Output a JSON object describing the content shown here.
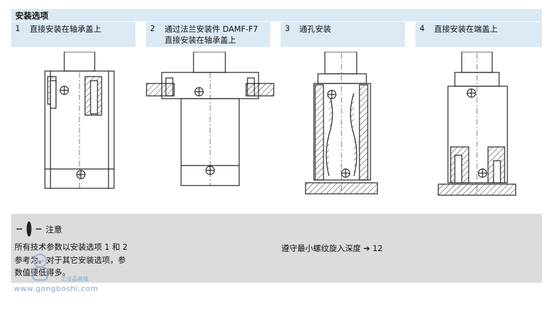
{
  "section_title": "安装选项",
  "options": [
    {
      "num": "1",
      "line1": "直接安装在轴承盖上",
      "line2": ""
    },
    {
      "num": "2",
      "line1": "通过法兰安装件 DAMF-F7",
      "line2": "直接安装在轴承盖上"
    },
    {
      "num": "3",
      "line1": "通孔安装",
      "line2": ""
    },
    {
      "num": "4",
      "line1": "直接安装在端盖上",
      "line2": ""
    }
  ],
  "note": {
    "title": "注意",
    "line1": "所有技术参数以安装选项 1 和 2",
    "line2": "参考为。对于其它安装选项，参",
    "line3": "数值要低得多。",
    "right_text": "遵守最小螺纹旋入深度 ➔ 12"
  },
  "watermark": {
    "url": "www.gongboshi.com",
    "small": "工业品商城"
  }
}
